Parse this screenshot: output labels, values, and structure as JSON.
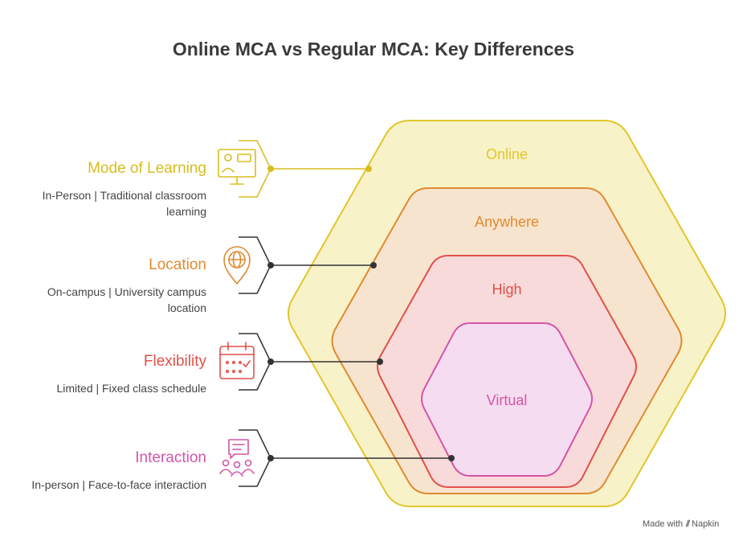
{
  "title": "Online MCA vs Regular MCA: Key Differences",
  "rings": [
    {
      "label": "Online",
      "stroke": "#e0c62a",
      "fill": "#f8f2c8"
    },
    {
      "label": "Anywhere",
      "stroke": "#e08a2e",
      "fill": "#f7e4cf"
    },
    {
      "label": "High",
      "stroke": "#e0504a",
      "fill": "#f8dada"
    },
    {
      "label": "Virtual",
      "stroke": "#d455a8",
      "fill": "#f6dcf0"
    }
  ],
  "items": [
    {
      "title": "Mode of Learning",
      "description": "In-Person | Traditional classroom learning",
      "color": "#d8bd1e",
      "icon": "presentation-icon"
    },
    {
      "title": "Location",
      "description": "On-campus | University campus location",
      "color": "#e08a2e",
      "icon": "globe-pin-icon"
    },
    {
      "title": "Flexibility",
      "description": "Limited | Fixed class schedule",
      "color": "#e0504a",
      "icon": "calendar-icon"
    },
    {
      "title": "Interaction",
      "description": "In-person | Face-to-face interaction",
      "color": "#d455a8",
      "icon": "chat-people-icon"
    }
  ],
  "footer": {
    "made_with": "Made with",
    "brand": "Napkin"
  }
}
